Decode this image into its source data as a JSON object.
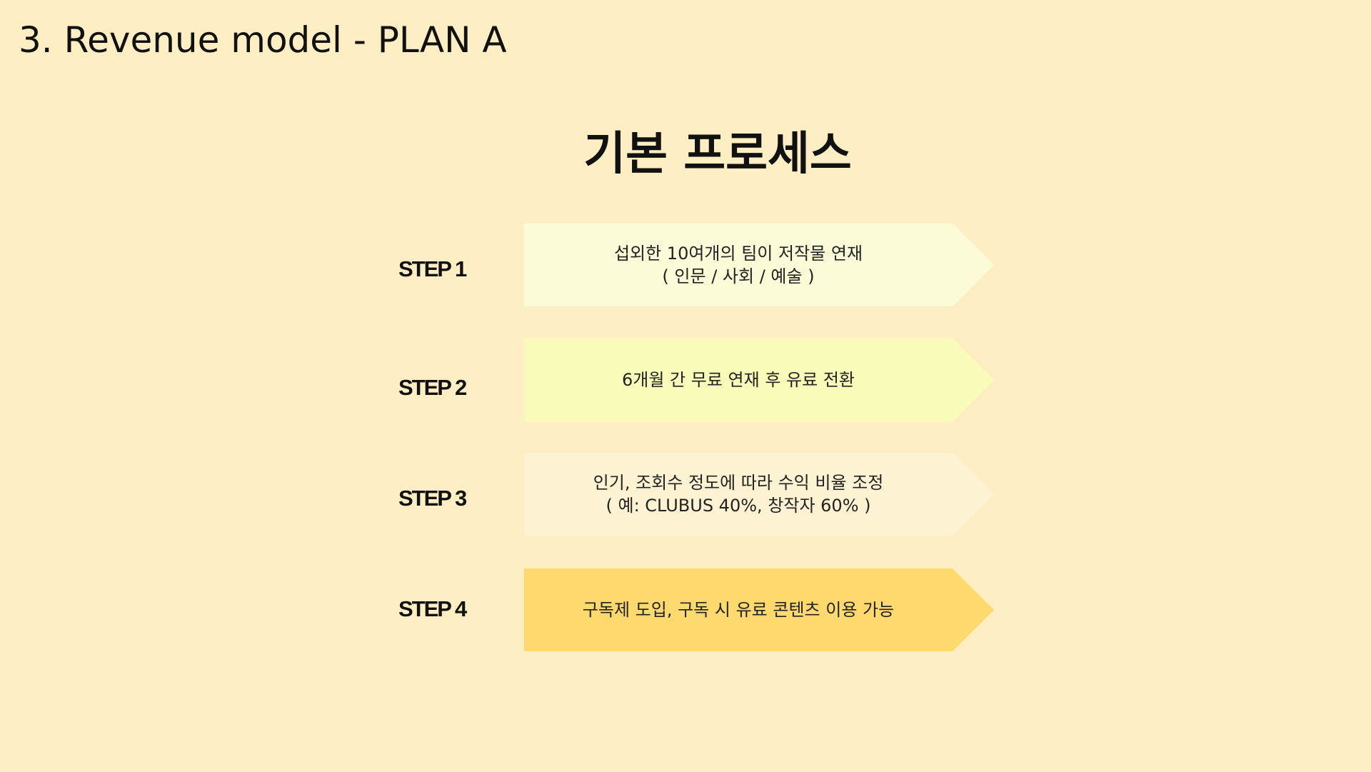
{
  "slide": {
    "title": "3. Revenue model - PLAN A"
  },
  "diagram": {
    "title": "기본 프로세스",
    "steps": [
      {
        "label": "STEP 1",
        "line1": "섭외한 10여개의 팀이 저작물 연재",
        "line2": "( 인문 / 사회 / 예술 )",
        "color": "#fbfbd8"
      },
      {
        "label": "STEP 2",
        "line1": "6개월 간 무료 연재 후 유료 전환",
        "line2": "",
        "color": "#f8fcb8"
      },
      {
        "label": "STEP 3",
        "line1": "인기, 조회수 정도에 따라 수익 비율 조정",
        "line2": "( 예: CLUBUS 40%, 창작자 60% )",
        "color": "#fdf2d2"
      },
      {
        "label": "STEP 4",
        "line1": "구독제 도입, 구독 시 유료 콘텐츠 이용 가능",
        "line2": "",
        "color": "#fed96e"
      }
    ]
  }
}
